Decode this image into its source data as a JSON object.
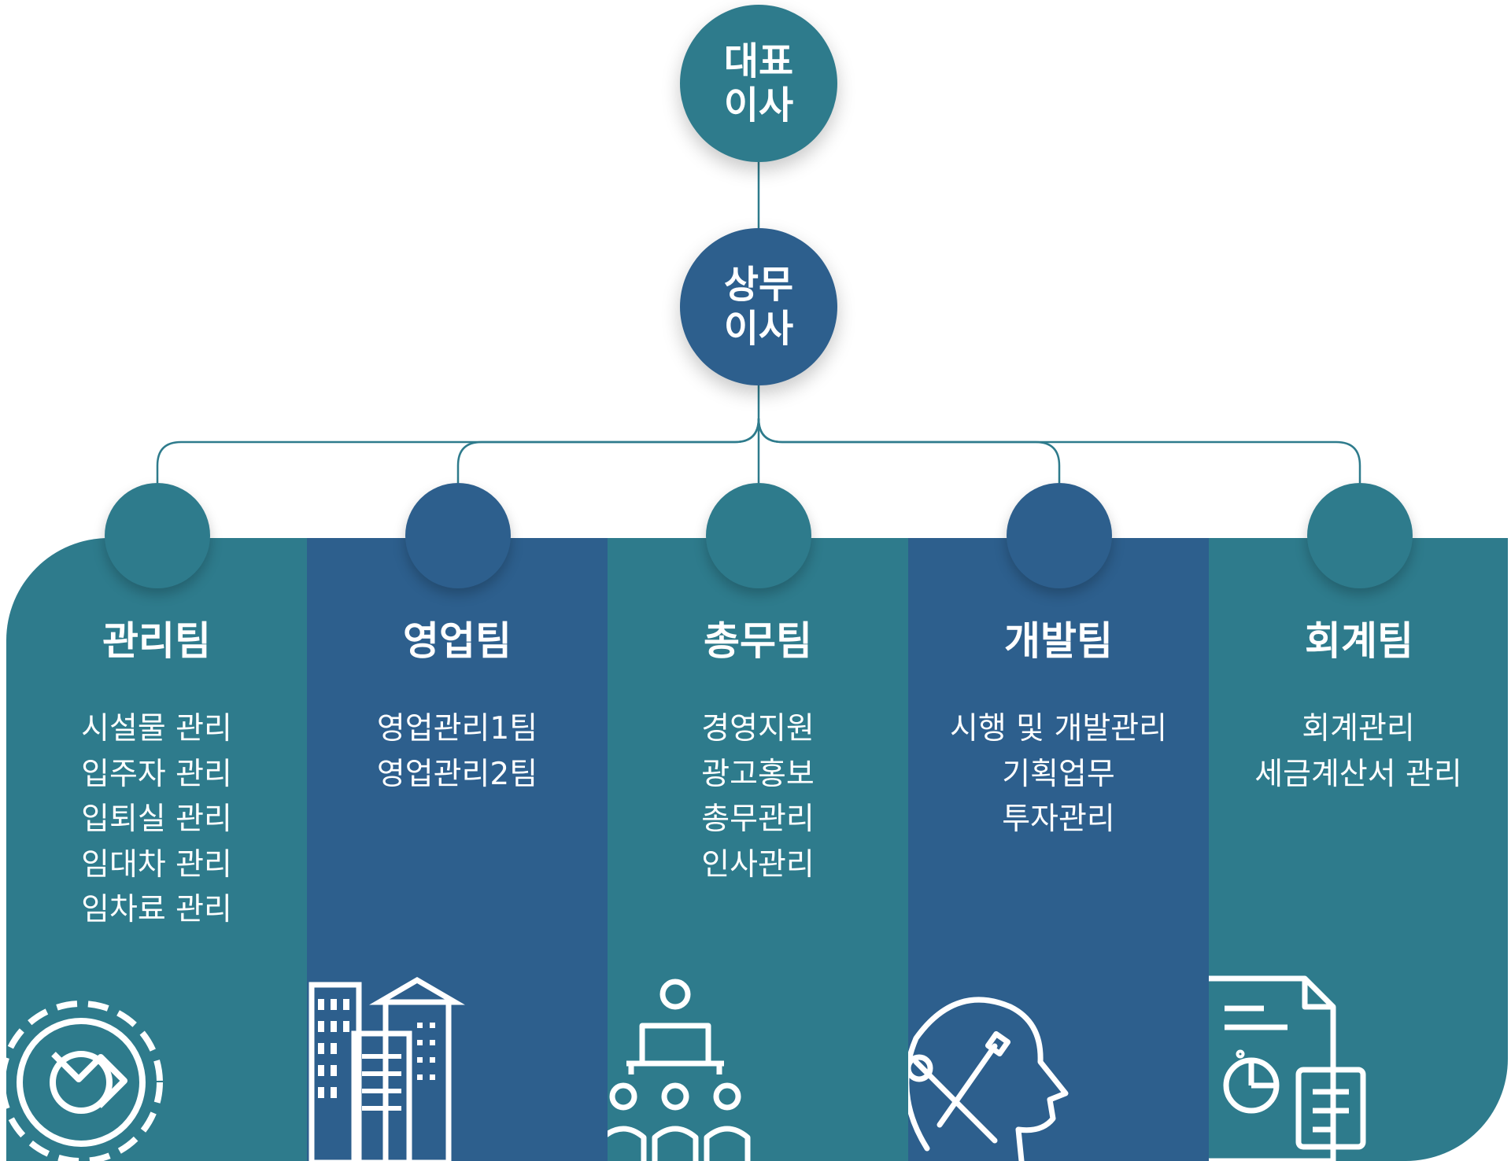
{
  "ceo": {
    "label": "대표\n이사"
  },
  "director": {
    "label": "상무\n이사"
  },
  "colors": {
    "teal": "#2e7b8c",
    "navy": "#2d5f8d",
    "line": "#2e7b8c"
  },
  "teams": [
    {
      "name": "관리팀",
      "icon": "gear-wrench-icon",
      "color": "teal",
      "duties": [
        "시설물 관리",
        "입주자 관리",
        "입퇴실 관리",
        "임대차 관리",
        "임차료 관리"
      ]
    },
    {
      "name": "영업팀",
      "icon": "buildings-icon",
      "color": "navy",
      "duties": [
        "영업관리1팀",
        "영업관리2팀"
      ]
    },
    {
      "name": "총무팀",
      "icon": "meeting-presenter-icon",
      "color": "teal",
      "duties": [
        "경영지원",
        "광고홍보",
        "총무관리",
        "인사관리"
      ]
    },
    {
      "name": "개발팀",
      "icon": "head-tools-icon",
      "color": "navy",
      "duties": [
        "시행 및 개발관리",
        "기획업무",
        "투자관리"
      ]
    },
    {
      "name": "회계팀",
      "icon": "document-chart-icon",
      "color": "teal",
      "duties": [
        "회계관리",
        "세금계산서 관리"
      ]
    }
  ]
}
